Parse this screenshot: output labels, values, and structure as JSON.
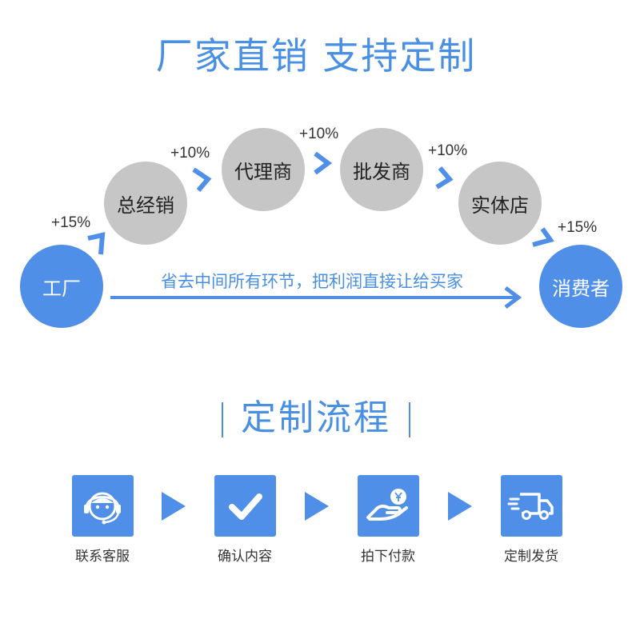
{
  "title": "厂家直销 支持定制",
  "flow": {
    "nodes": {
      "factory": "工厂",
      "general_distributor": "总经销",
      "agent": "代理商",
      "wholesaler": "批发商",
      "retail_store": "实体店",
      "consumer": "消费者"
    },
    "markups": {
      "factory_to_general": "+15%",
      "general_to_agent": "+10%",
      "agent_to_wholesaler": "+10%",
      "wholesaler_to_store": "+10%",
      "store_to_consumer": "+15%"
    },
    "bypass_text": "省去中间所有环节，把利润直接让给买家"
  },
  "process": {
    "title": "定制流程",
    "steps": [
      {
        "label": "联系客服",
        "icon": "customer-service-icon"
      },
      {
        "label": "确认内容",
        "icon": "checkmark-icon"
      },
      {
        "label": "拍下付款",
        "icon": "payment-hand-icon"
      },
      {
        "label": "定制发货",
        "icon": "delivery-truck-icon"
      }
    ]
  },
  "colors": {
    "accent": "#4a90e2",
    "node_blue": "#4f8fe8",
    "node_grey": "#c6c6c6"
  }
}
